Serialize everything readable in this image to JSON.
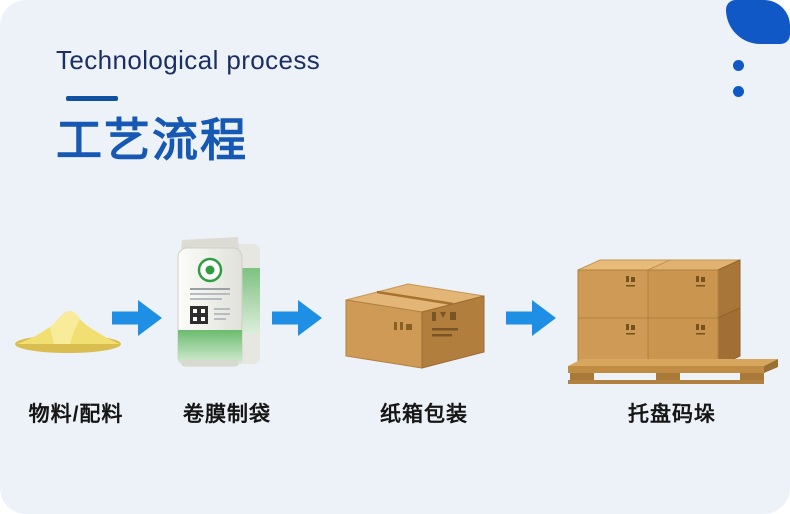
{
  "header": {
    "title_en": "Technological process",
    "title_zh": "工艺流程"
  },
  "decor": {
    "corner_icon": "corner-accent",
    "dots_icon": "ellipsis-dots"
  },
  "colors": {
    "card_bg": "#edf2f9",
    "accent_blue": "#0f58c6",
    "title_navy": "#1c2f63",
    "title_blue": "#1658b4",
    "arrow_blue": "#1e8fe4",
    "carton_tan": "#cf9a55",
    "powder_yellow": "#f1df72",
    "pouch_green": "#5cb360"
  },
  "steps": [
    {
      "label": "物料/配料",
      "icon": "powder-pile-icon"
    },
    {
      "label": "卷膜制袋",
      "icon": "film-pouch-icon"
    },
    {
      "label": "纸箱包装",
      "icon": "carton-box-icon"
    },
    {
      "label": "托盘码垛",
      "icon": "pallet-stack-icon"
    }
  ]
}
